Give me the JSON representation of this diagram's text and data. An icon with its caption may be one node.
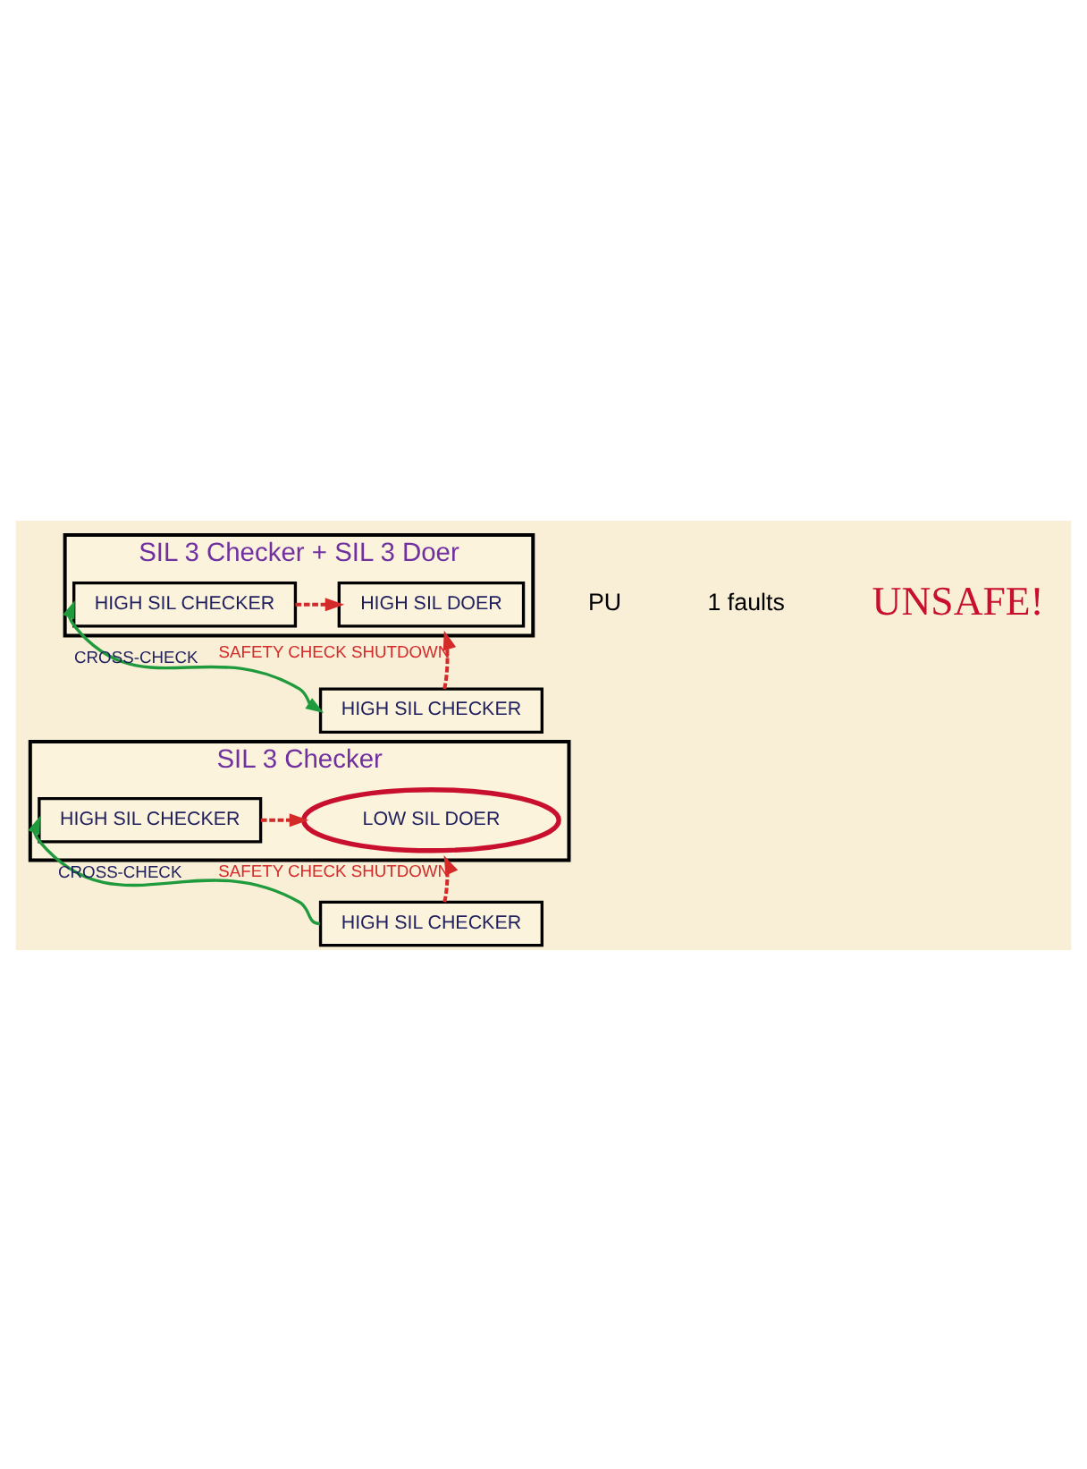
{
  "diagram": {
    "nodes": [
      {
        "text": [
          "SIL 3 Checker + SIL 3 Doer"
        ]
      },
      {
        "text": [
          "HIGH SIL CHECKER"
        ],
        "in": 0
      },
      {
        "text": [
          "HIGH SIL DOER"
        ],
        "in": 0
      },
      {
        "text": [
          "HIGH SIL CHECKER"
        ]
      },
      {
        "text": [
          "SIL 3 Checker"
        ]
      },
      {
        "text": [
          "HIGH SIL CHECKER"
        ],
        "in": 4
      },
      {
        "text": [
          "LOW SIL DOER"
        ],
        "in": 4
      },
      {
        "text": [
          "HIGH SIL CHECKER"
        ]
      }
    ],
    "edges": [
      {
        "from": 1,
        "to": 2,
        "arrow": "to",
        "style": "dashed",
        "color": "#d42a2a"
      },
      {
        "from": 3,
        "to": 0,
        "arrow": "to",
        "style": "dashed",
        "color": "#d42a2a",
        "label": "SAFETY CHECK SHUTDOWN"
      },
      {
        "from": 3,
        "to": 1,
        "arrow": "both",
        "color": "#1f9a3c",
        "label": "CROSS-CHECK"
      },
      {
        "from": 5,
        "to": 6,
        "arrow": "to",
        "style": "dashed",
        "color": "#d42a2a"
      },
      {
        "from": 7,
        "to": 4,
        "arrow": "to",
        "style": "dashed",
        "color": "#d42a2a",
        "label": "SAFETY CHECK SHUTDOWN"
      },
      {
        "from": 7,
        "to": 5,
        "arrow": "to",
        "color": "#1f9a3c",
        "label": "CROSS-CHECK"
      }
    ],
    "labels": [
      "PU",
      "1 faults",
      "UNSAFE!"
    ]
  }
}
